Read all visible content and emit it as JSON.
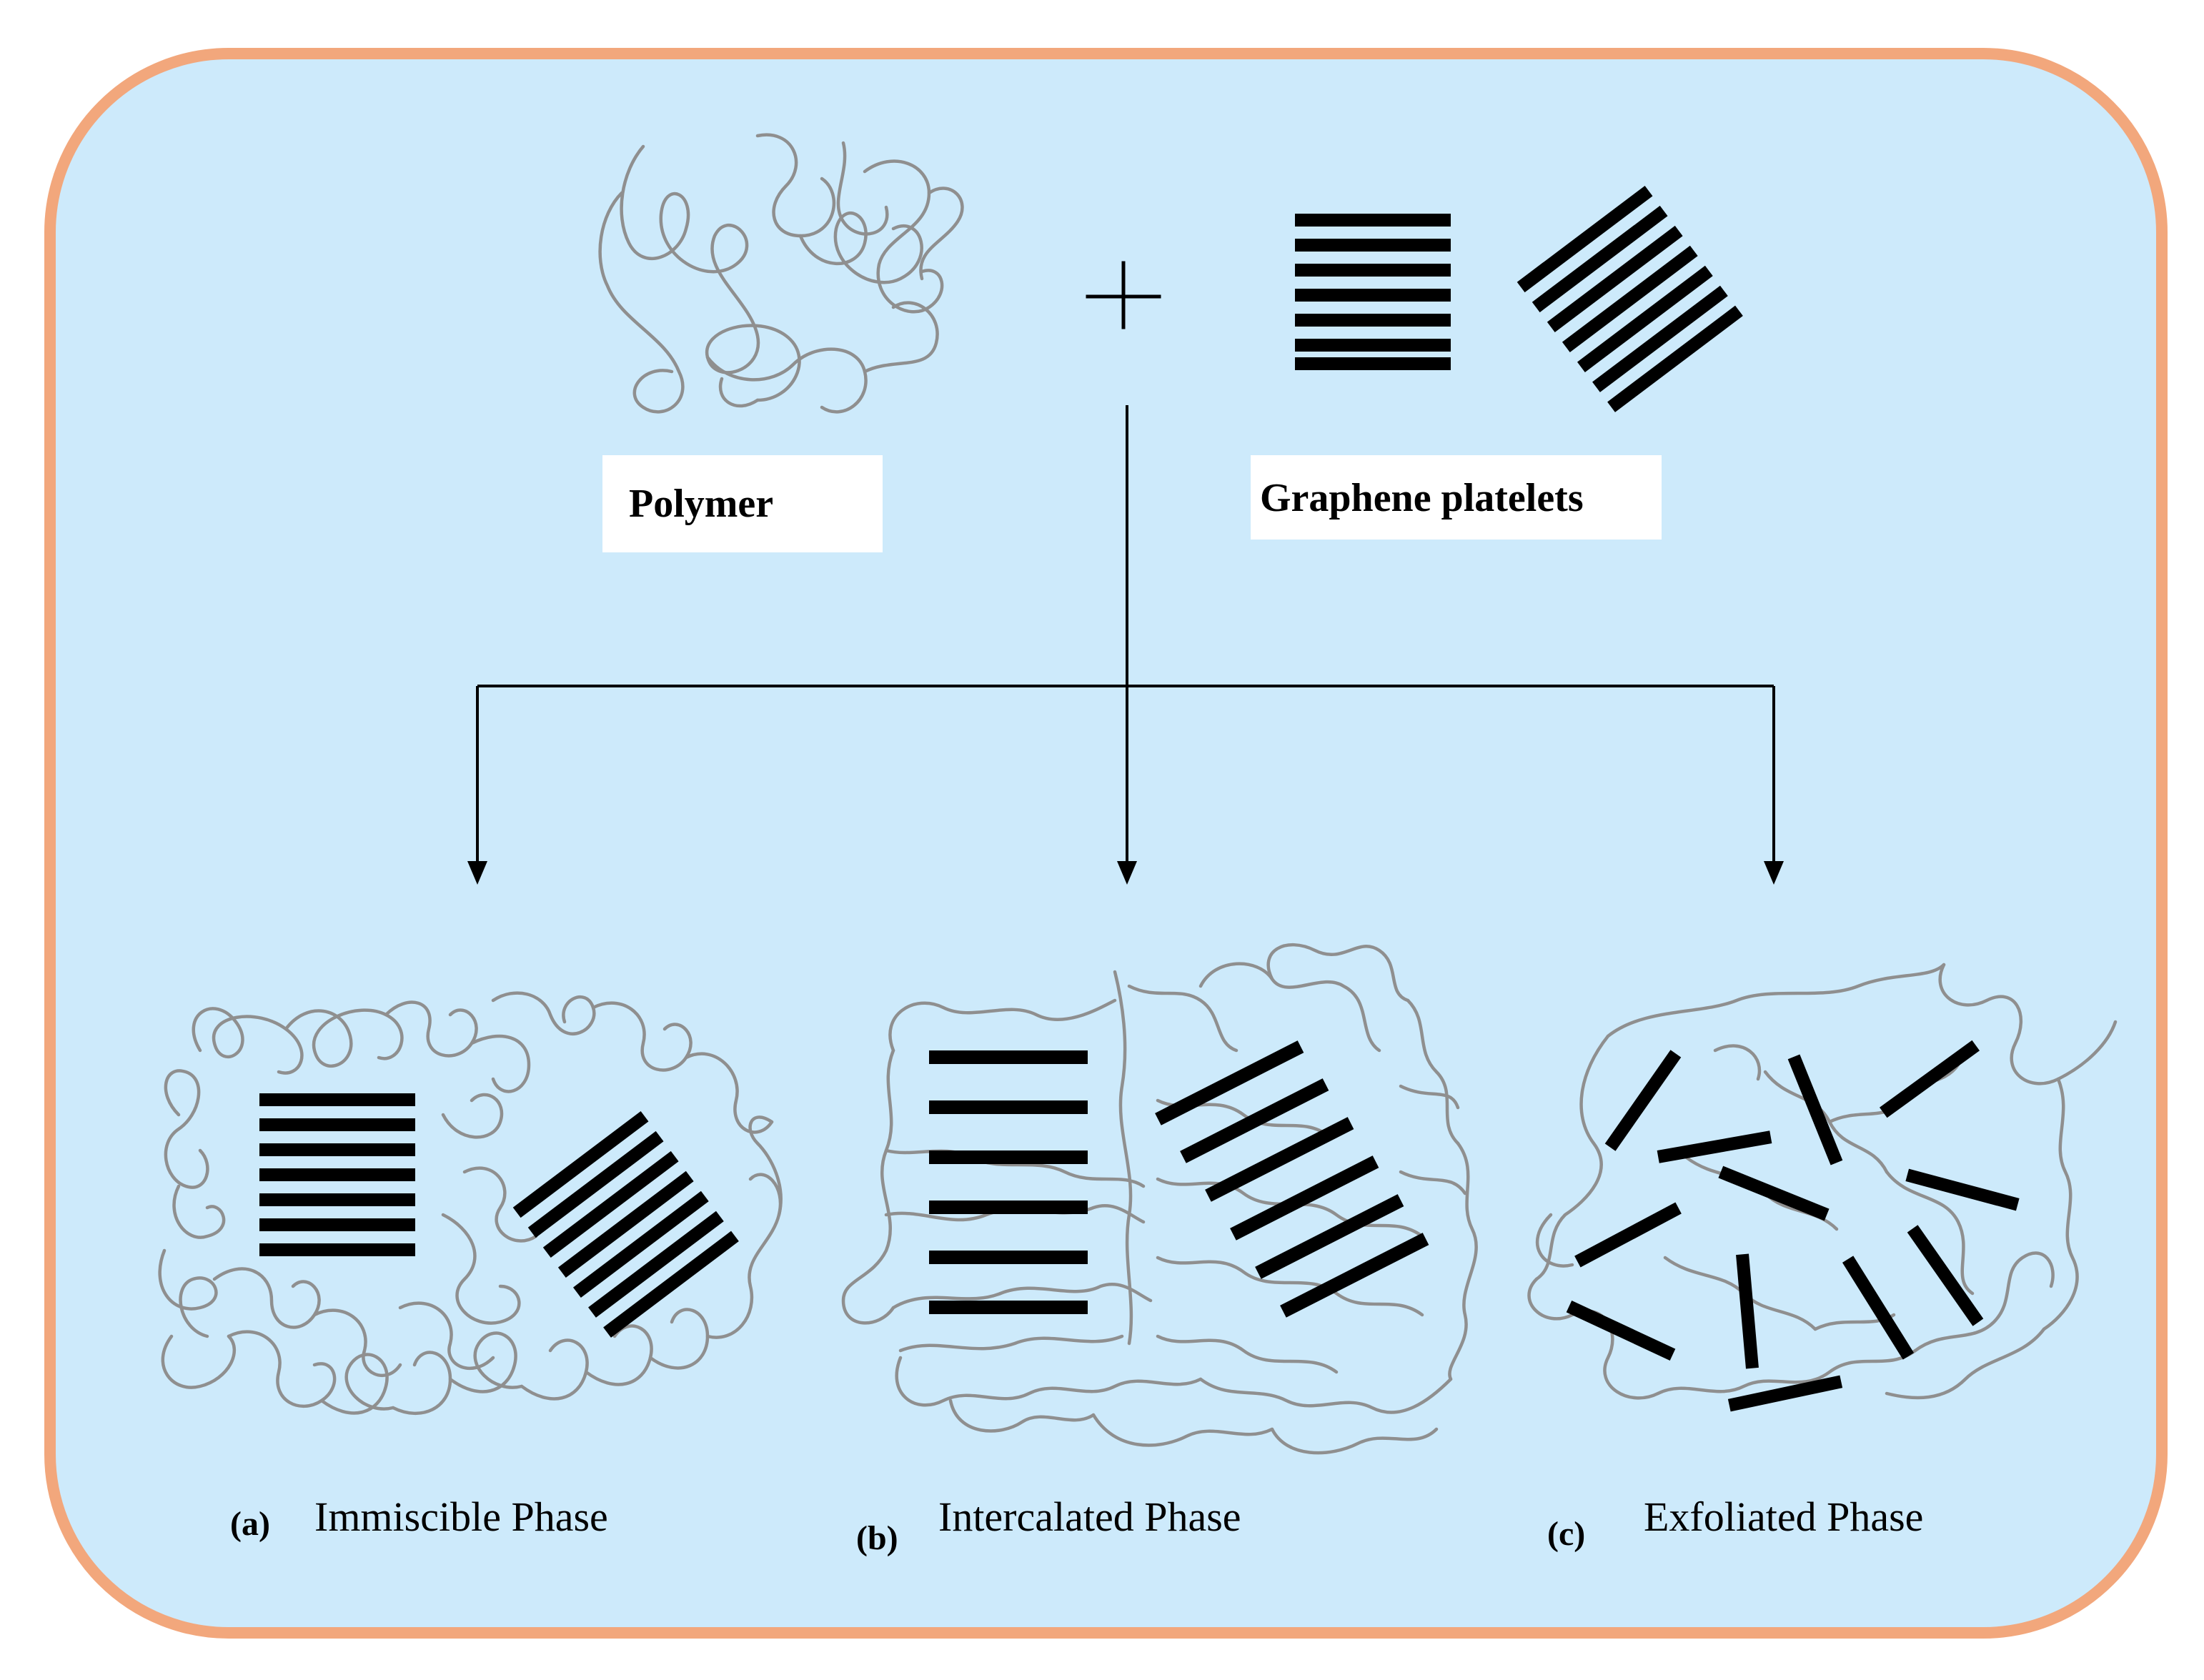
{
  "top": {
    "polymer_label": "Polymer",
    "graphene_label": "Graphene platelets",
    "plus_sign": "+"
  },
  "phases": [
    {
      "letter": "(a)",
      "name": "Immiscible Phase"
    },
    {
      "letter": "(b)",
      "name": "Intercalated Phase"
    },
    {
      "letter": "(c)",
      "name": "Exfoliated Phase"
    }
  ],
  "colors": {
    "background": "#cdeafb",
    "border": "#f2a77c",
    "polymer_line": "#8f8f8f",
    "platelet": "#000000",
    "label_box": "#ffffff"
  }
}
